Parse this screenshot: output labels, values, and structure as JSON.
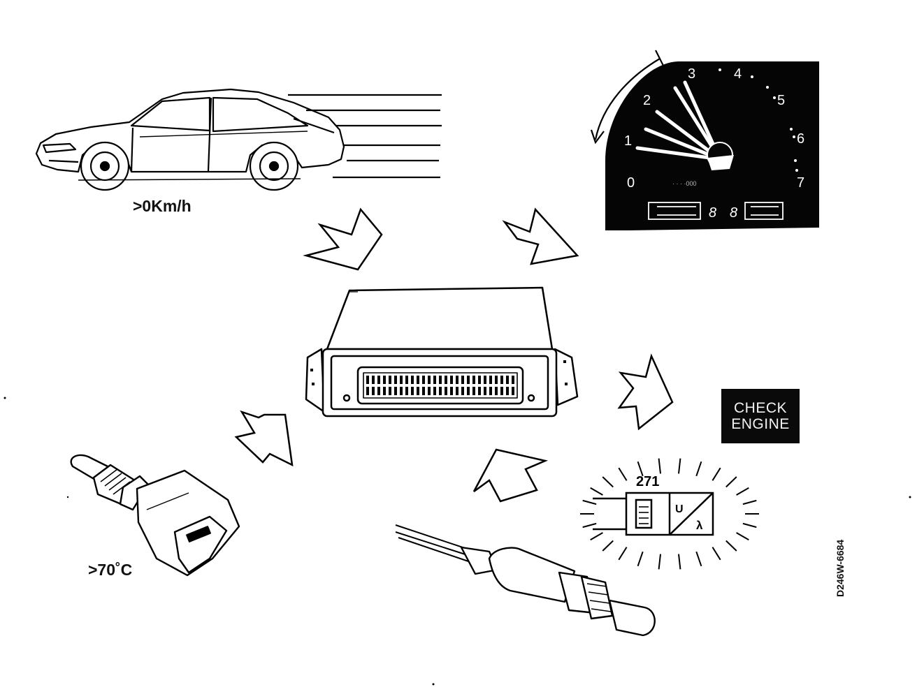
{
  "labels": {
    "speed": ">0Km/h",
    "coolant_temp": ">70˚C",
    "fuse_number": "271",
    "ref_code": "D246W-6684"
  },
  "tachometer": {
    "scale": [
      "0",
      "1",
      "2",
      "3",
      "4",
      "5",
      "6",
      "7"
    ],
    "odometer_left": "8",
    "odometer_right": "8"
  },
  "warning_lamp": {
    "line1": "CHECK",
    "line2": "ENGINE"
  },
  "lambda_box": {
    "voltage_symbol": "U",
    "lambda_symbol": "λ"
  }
}
